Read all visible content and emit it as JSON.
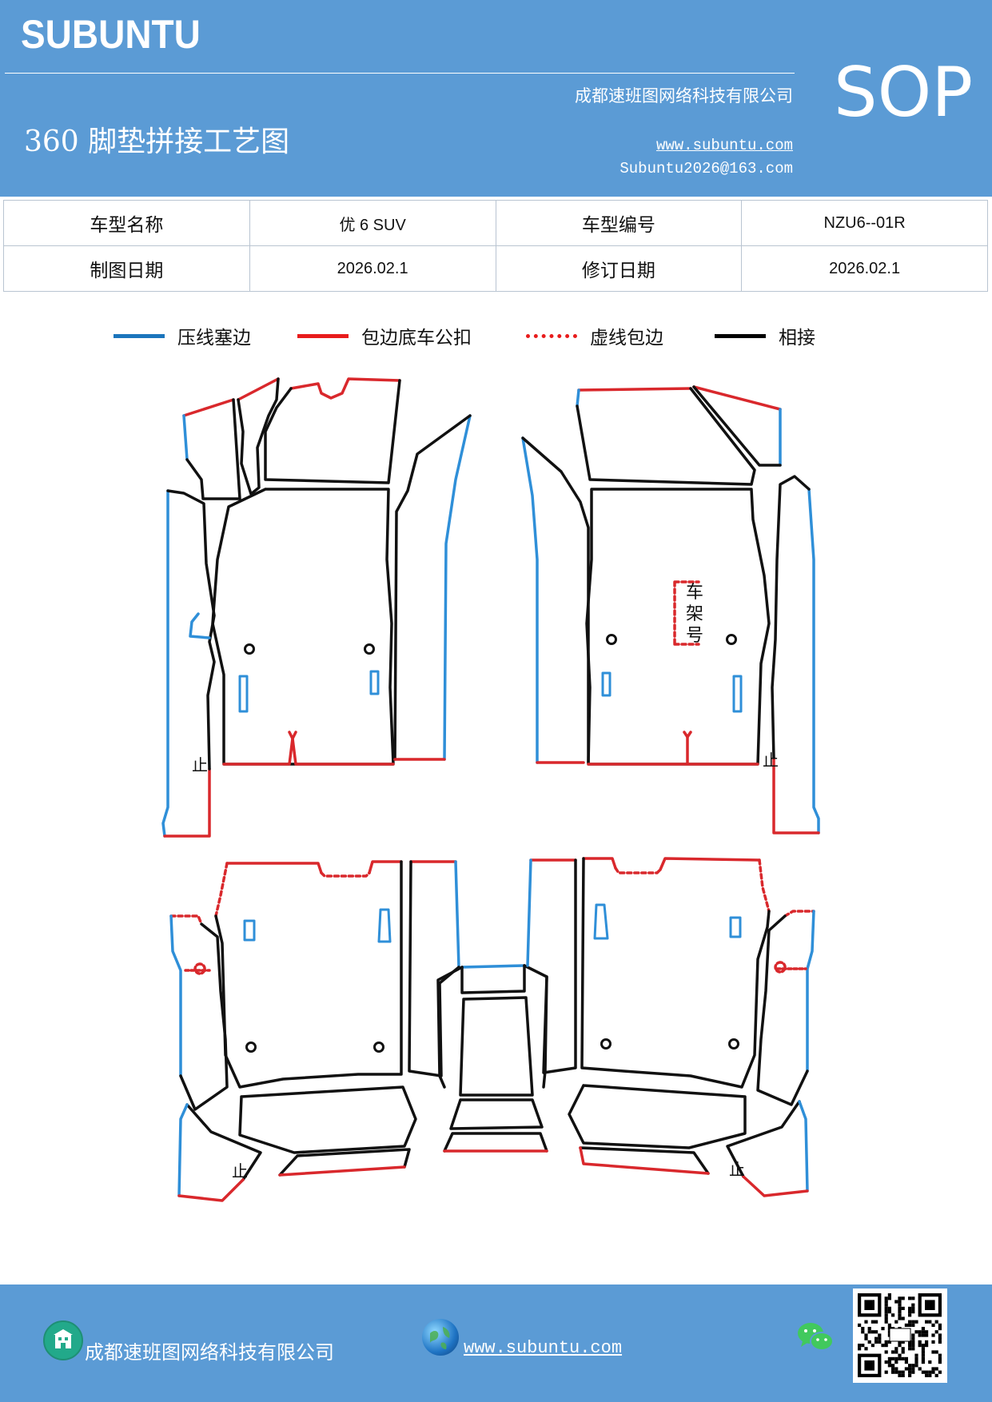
{
  "header": {
    "brand": "SUBUNTU",
    "company": "成都速班图网络科技有限公司",
    "title": "360 脚垫拼接工艺图",
    "website": "www.subuntu.com",
    "email": "Subuntu2026@163.com",
    "badge": "SOP"
  },
  "info_table": {
    "rows": [
      {
        "label1": "车型名称",
        "value1": "优 6 SUV",
        "label2": "车型编号",
        "value2": "NZU6--01R"
      },
      {
        "label1": "制图日期",
        "value1": "2026.02.1",
        "label2": "修订日期",
        "value2": "2026.02.1"
      }
    ]
  },
  "legend": [
    {
      "label": "压线塞边",
      "color": "#1b75bc",
      "style": "solid"
    },
    {
      "label": "包边底车公扣",
      "color": "#e81c1c",
      "style": "solid"
    },
    {
      "label": "虚线包边",
      "color": "#e81c1c",
      "style": "dotted"
    },
    {
      "label": "相接",
      "color": "#000000",
      "style": "solid"
    }
  ],
  "diagram": {
    "colors": {
      "press": "#2f8fd8",
      "edge": "#d9282c",
      "join": "#111111"
    },
    "labels": {
      "stop": "止",
      "vin": [
        "车",
        "架",
        "号"
      ]
    }
  },
  "footer": {
    "company": "成都速班图网络科技有限公司",
    "website": "www.subuntu.com",
    "company_icon": "building-icon",
    "web_icon": "globe-icon",
    "social_icon": "wechat-icon",
    "qr_icon": "qr-code-icon"
  }
}
